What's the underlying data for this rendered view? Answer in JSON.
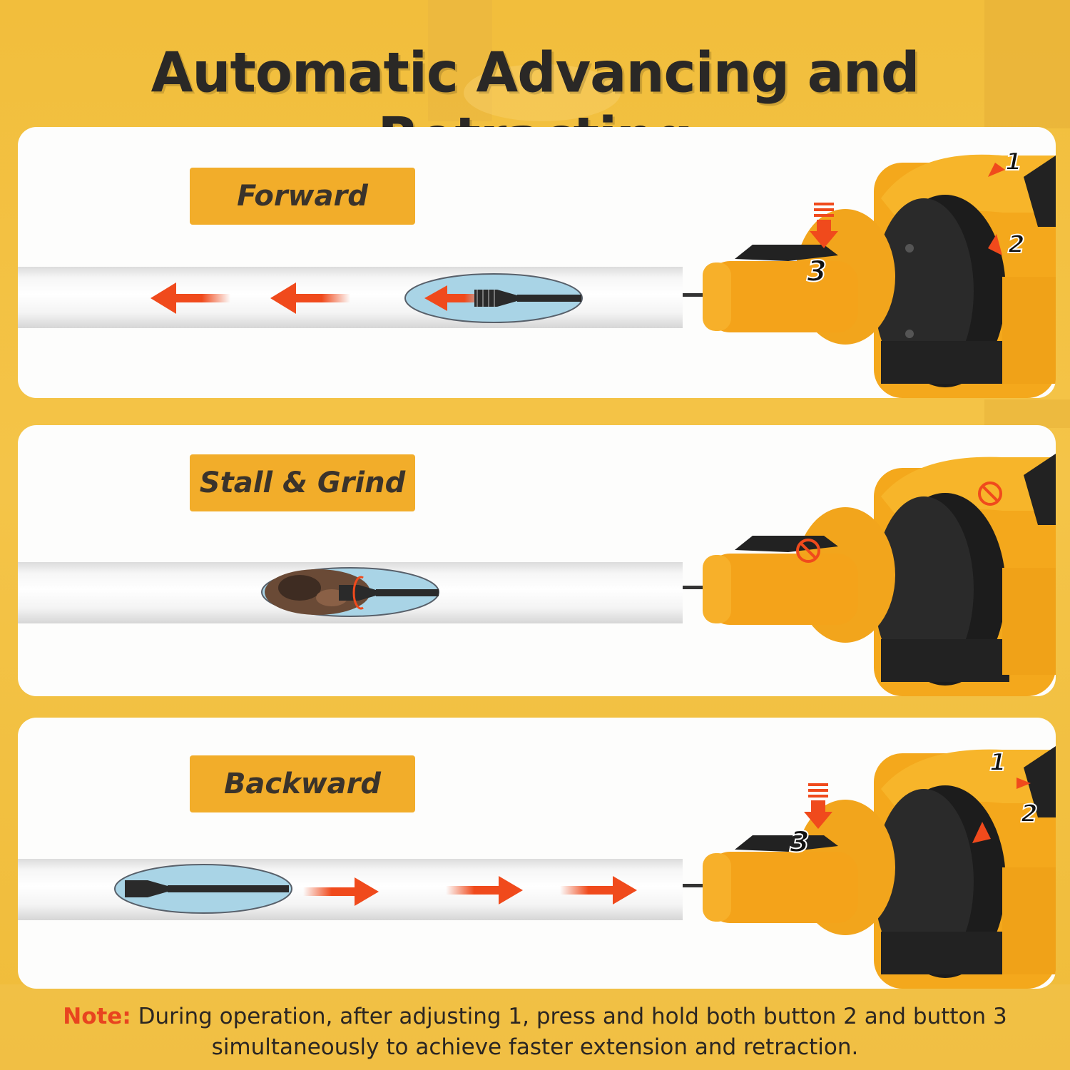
{
  "title": "Automatic Advancing and Retracting",
  "panels": [
    {
      "label": "Forward",
      "direction": "left",
      "button_marks": [
        "1",
        "2",
        "3"
      ]
    },
    {
      "label": "Stall & Grind",
      "direction": "none",
      "button_marks": []
    },
    {
      "label": "Backward",
      "direction": "right",
      "button_marks": [
        "1",
        "2",
        "3"
      ]
    }
  ],
  "note": {
    "label": "Note:",
    "text": " During operation, after adjusting 1, press and hold both button 2 and button 3  simultaneously to achieve faster extension and retraction."
  },
  "colors": {
    "background": "#f2be3c",
    "label_bg": "#f2ad2a",
    "arrow": "#f04a1c",
    "tool_body": "#f4a81c",
    "drum": "#1c1c1c",
    "note_label": "#e8441f"
  }
}
